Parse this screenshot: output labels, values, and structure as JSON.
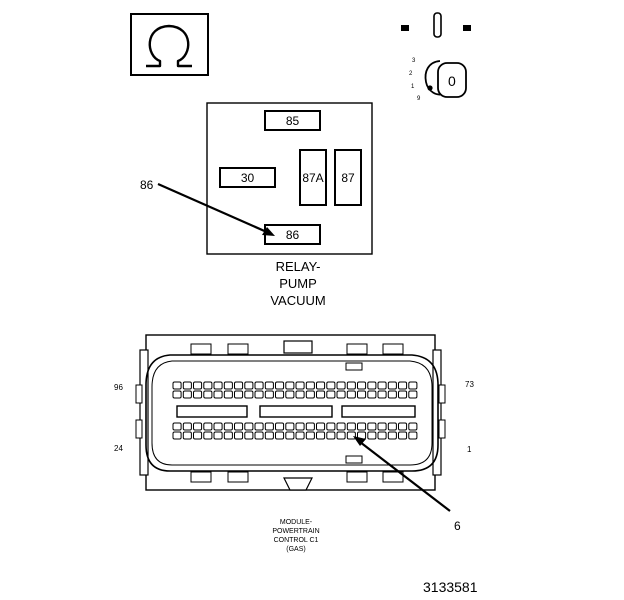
{
  "relay": {
    "terminals": {
      "t85": "85",
      "t30": "30",
      "t87a": "87A",
      "t87": "87",
      "t86": "86"
    },
    "callout": "86",
    "caption": [
      "RELAY-",
      "PUMP",
      "VACUUM"
    ]
  },
  "ignition_key": {
    "positions": [
      "3",
      "2",
      "1",
      "9"
    ],
    "key_label": "0"
  },
  "connector": {
    "pin_labels": {
      "top_left": "96",
      "top_right": "73",
      "bottom_left": "24",
      "bottom_right": "1"
    },
    "callout": "6",
    "caption": [
      "MODULE-",
      "POWERTRAIN",
      "CONTROL C1",
      "(GAS)"
    ]
  },
  "figure_number": "3133581",
  "icons": {
    "omega": "omega-icon",
    "ignition": "ignition-key-icon"
  }
}
